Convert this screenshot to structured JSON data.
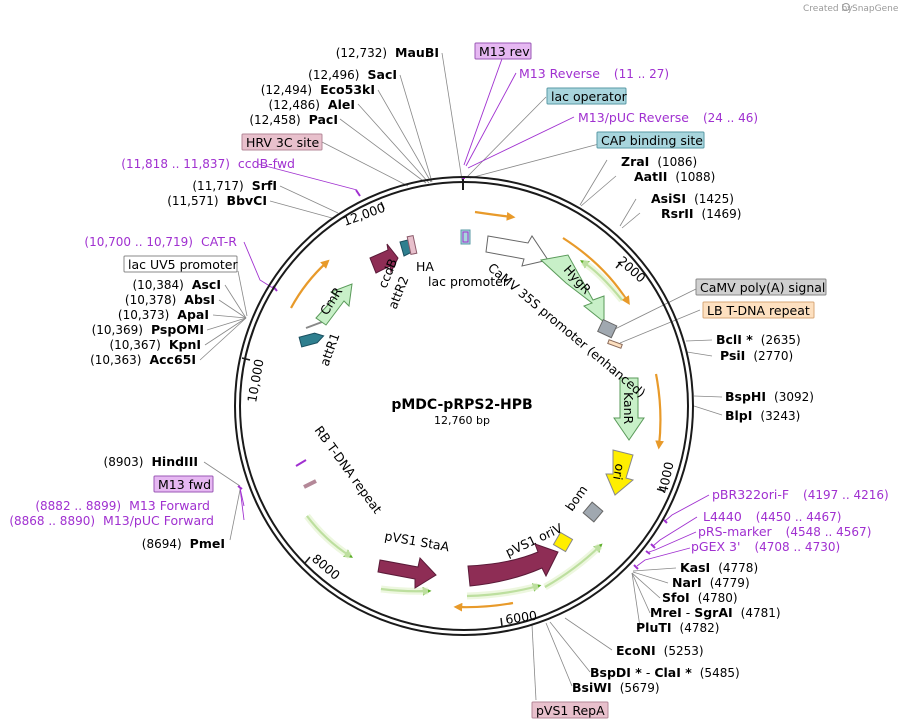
{
  "credit": {
    "prefix": "Created by",
    "brand": "SnapGene"
  },
  "plasmid": {
    "name": "pMDC-pRPS2-HPB",
    "size": "12,760 bp"
  },
  "ticks": [
    "2000",
    "4000",
    "6000",
    "8000",
    "10,000",
    "12,000"
  ],
  "sites": [
    {
      "pos": "(12,732)",
      "name": "MauBI"
    },
    {
      "pos": "(12,496)",
      "name": "SacI"
    },
    {
      "pos": "(12,494)",
      "name": "Eco53kI"
    },
    {
      "pos": "(12,486)",
      "name": "AleI"
    },
    {
      "pos": "(12,458)",
      "name": "PacI"
    },
    {
      "pos": "(11,717)",
      "name": "SrfI"
    },
    {
      "pos": "(11,571)",
      "name": "BbvCI"
    },
    {
      "pos": "(10,384)",
      "name": "AscI"
    },
    {
      "pos": "(10,378)",
      "name": "AbsI"
    },
    {
      "pos": "(10,373)",
      "name": "ApaI"
    },
    {
      "pos": "(10,369)",
      "name": "PspOMI"
    },
    {
      "pos": "(10,367)",
      "name": "KpnI"
    },
    {
      "pos": "(10,363)",
      "name": "Acc65I"
    },
    {
      "pos": "(8903)",
      "name": "HindIII"
    },
    {
      "pos": "(8694)",
      "name": "PmeI"
    },
    {
      "name": "ZraI",
      "pos": "(1086)"
    },
    {
      "name": "AatII",
      "pos": "(1088)"
    },
    {
      "name": "AsiSI",
      "pos": "(1425)"
    },
    {
      "name": "RsrII",
      "pos": "(1469)"
    },
    {
      "name": "BclI *",
      "pos": "(2635)"
    },
    {
      "name": "PsiI",
      "pos": "(2770)"
    },
    {
      "name": "BspHI",
      "pos": "(3092)"
    },
    {
      "name": "BlpI",
      "pos": "(3243)"
    },
    {
      "name": "KasI",
      "pos": "(4778)"
    },
    {
      "name": "NarI",
      "pos": "(4779)"
    },
    {
      "name": "SfoI",
      "pos": "(4780)"
    },
    {
      "name": "MreI",
      "sep": " - ",
      "name2": "SgrAI",
      "pos": "(4781)"
    },
    {
      "name": "PluTI",
      "pos": "(4782)"
    },
    {
      "name": "EcoNI",
      "pos": "(5253)"
    },
    {
      "name": "BspDI *",
      "sep": " - ",
      "name2": "ClaI *",
      "pos": "(5485)"
    },
    {
      "name": "BsiWI",
      "pos": "(5679)"
    }
  ],
  "primers": [
    {
      "name": "M13 Reverse",
      "range": "(11 .. 27)"
    },
    {
      "name": "M13/pUC Reverse",
      "range": "(24 .. 46)"
    },
    {
      "range": "(11,818 .. 11,837)",
      "name": "ccdB-fwd"
    },
    {
      "range": "(10,700 .. 10,719)",
      "name": "CAT-R"
    },
    {
      "range": "(8882 .. 8899)",
      "name": "M13 Forward"
    },
    {
      "range": "(8868 .. 8890)",
      "name": "M13/pUC Forward"
    },
    {
      "name": "pBR322ori-F",
      "range": "(4197 .. 4216)"
    },
    {
      "name": "L4440",
      "range": "(4450 .. 4467)"
    },
    {
      "name": "pRS-marker",
      "range": "(4548 .. 4567)"
    },
    {
      "name": "pGEX 3'",
      "range": "(4708 .. 4730)"
    }
  ],
  "boxes": [
    {
      "text": "M13 rev",
      "fill": "#e6b8f2",
      "stroke": "#9b59b6"
    },
    {
      "text": "lac operator",
      "fill": "#a8d5dd",
      "stroke": "#5a9aa6"
    },
    {
      "text": "CAP binding site",
      "fill": "#a8d5dd",
      "stroke": "#5a9aa6"
    },
    {
      "text": "HRV 3C site",
      "fill": "#e8c0cc",
      "stroke": "#b48898"
    },
    {
      "text": "lac UV5 promoter",
      "fill": "#ffffff",
      "stroke": "#888888"
    },
    {
      "text": "CaMV poly(A) signal",
      "fill": "#d0d0d0",
      "stroke": "#888888"
    },
    {
      "text": "LB T-DNA repeat",
      "fill": "#fde0c0",
      "stroke": "#d8a878"
    },
    {
      "text": "M13 fwd",
      "fill": "#e6b8f2",
      "stroke": "#9b59b6"
    },
    {
      "text": "pVS1 RepA",
      "fill": "#e8c0cc",
      "stroke": "#b48898"
    }
  ],
  "features": [
    {
      "text": "ccdB"
    },
    {
      "text": "HA"
    },
    {
      "text": "attR2"
    },
    {
      "text": "lac promoter"
    },
    {
      "text": "CaMV 35S promoter (enhanced)"
    },
    {
      "text": "HygR"
    },
    {
      "text": "KanR"
    },
    {
      "text": "ori"
    },
    {
      "text": "bom"
    },
    {
      "text": "pVS1 oriV"
    },
    {
      "text": "pVS1 StaA"
    },
    {
      "text": "RB T-DNA repeat"
    },
    {
      "text": "attR1"
    },
    {
      "text": "CmR"
    }
  ],
  "colors": {
    "backbone": "#1a1a1a",
    "primer": "#a030d0",
    "orange_arc": "#e89a2a",
    "green_arc": "#5cae28",
    "marker": "#c8f0c8",
    "origin": "#ffee00",
    "pvs1": "#8e2d55",
    "att": "#2f7f8f"
  }
}
